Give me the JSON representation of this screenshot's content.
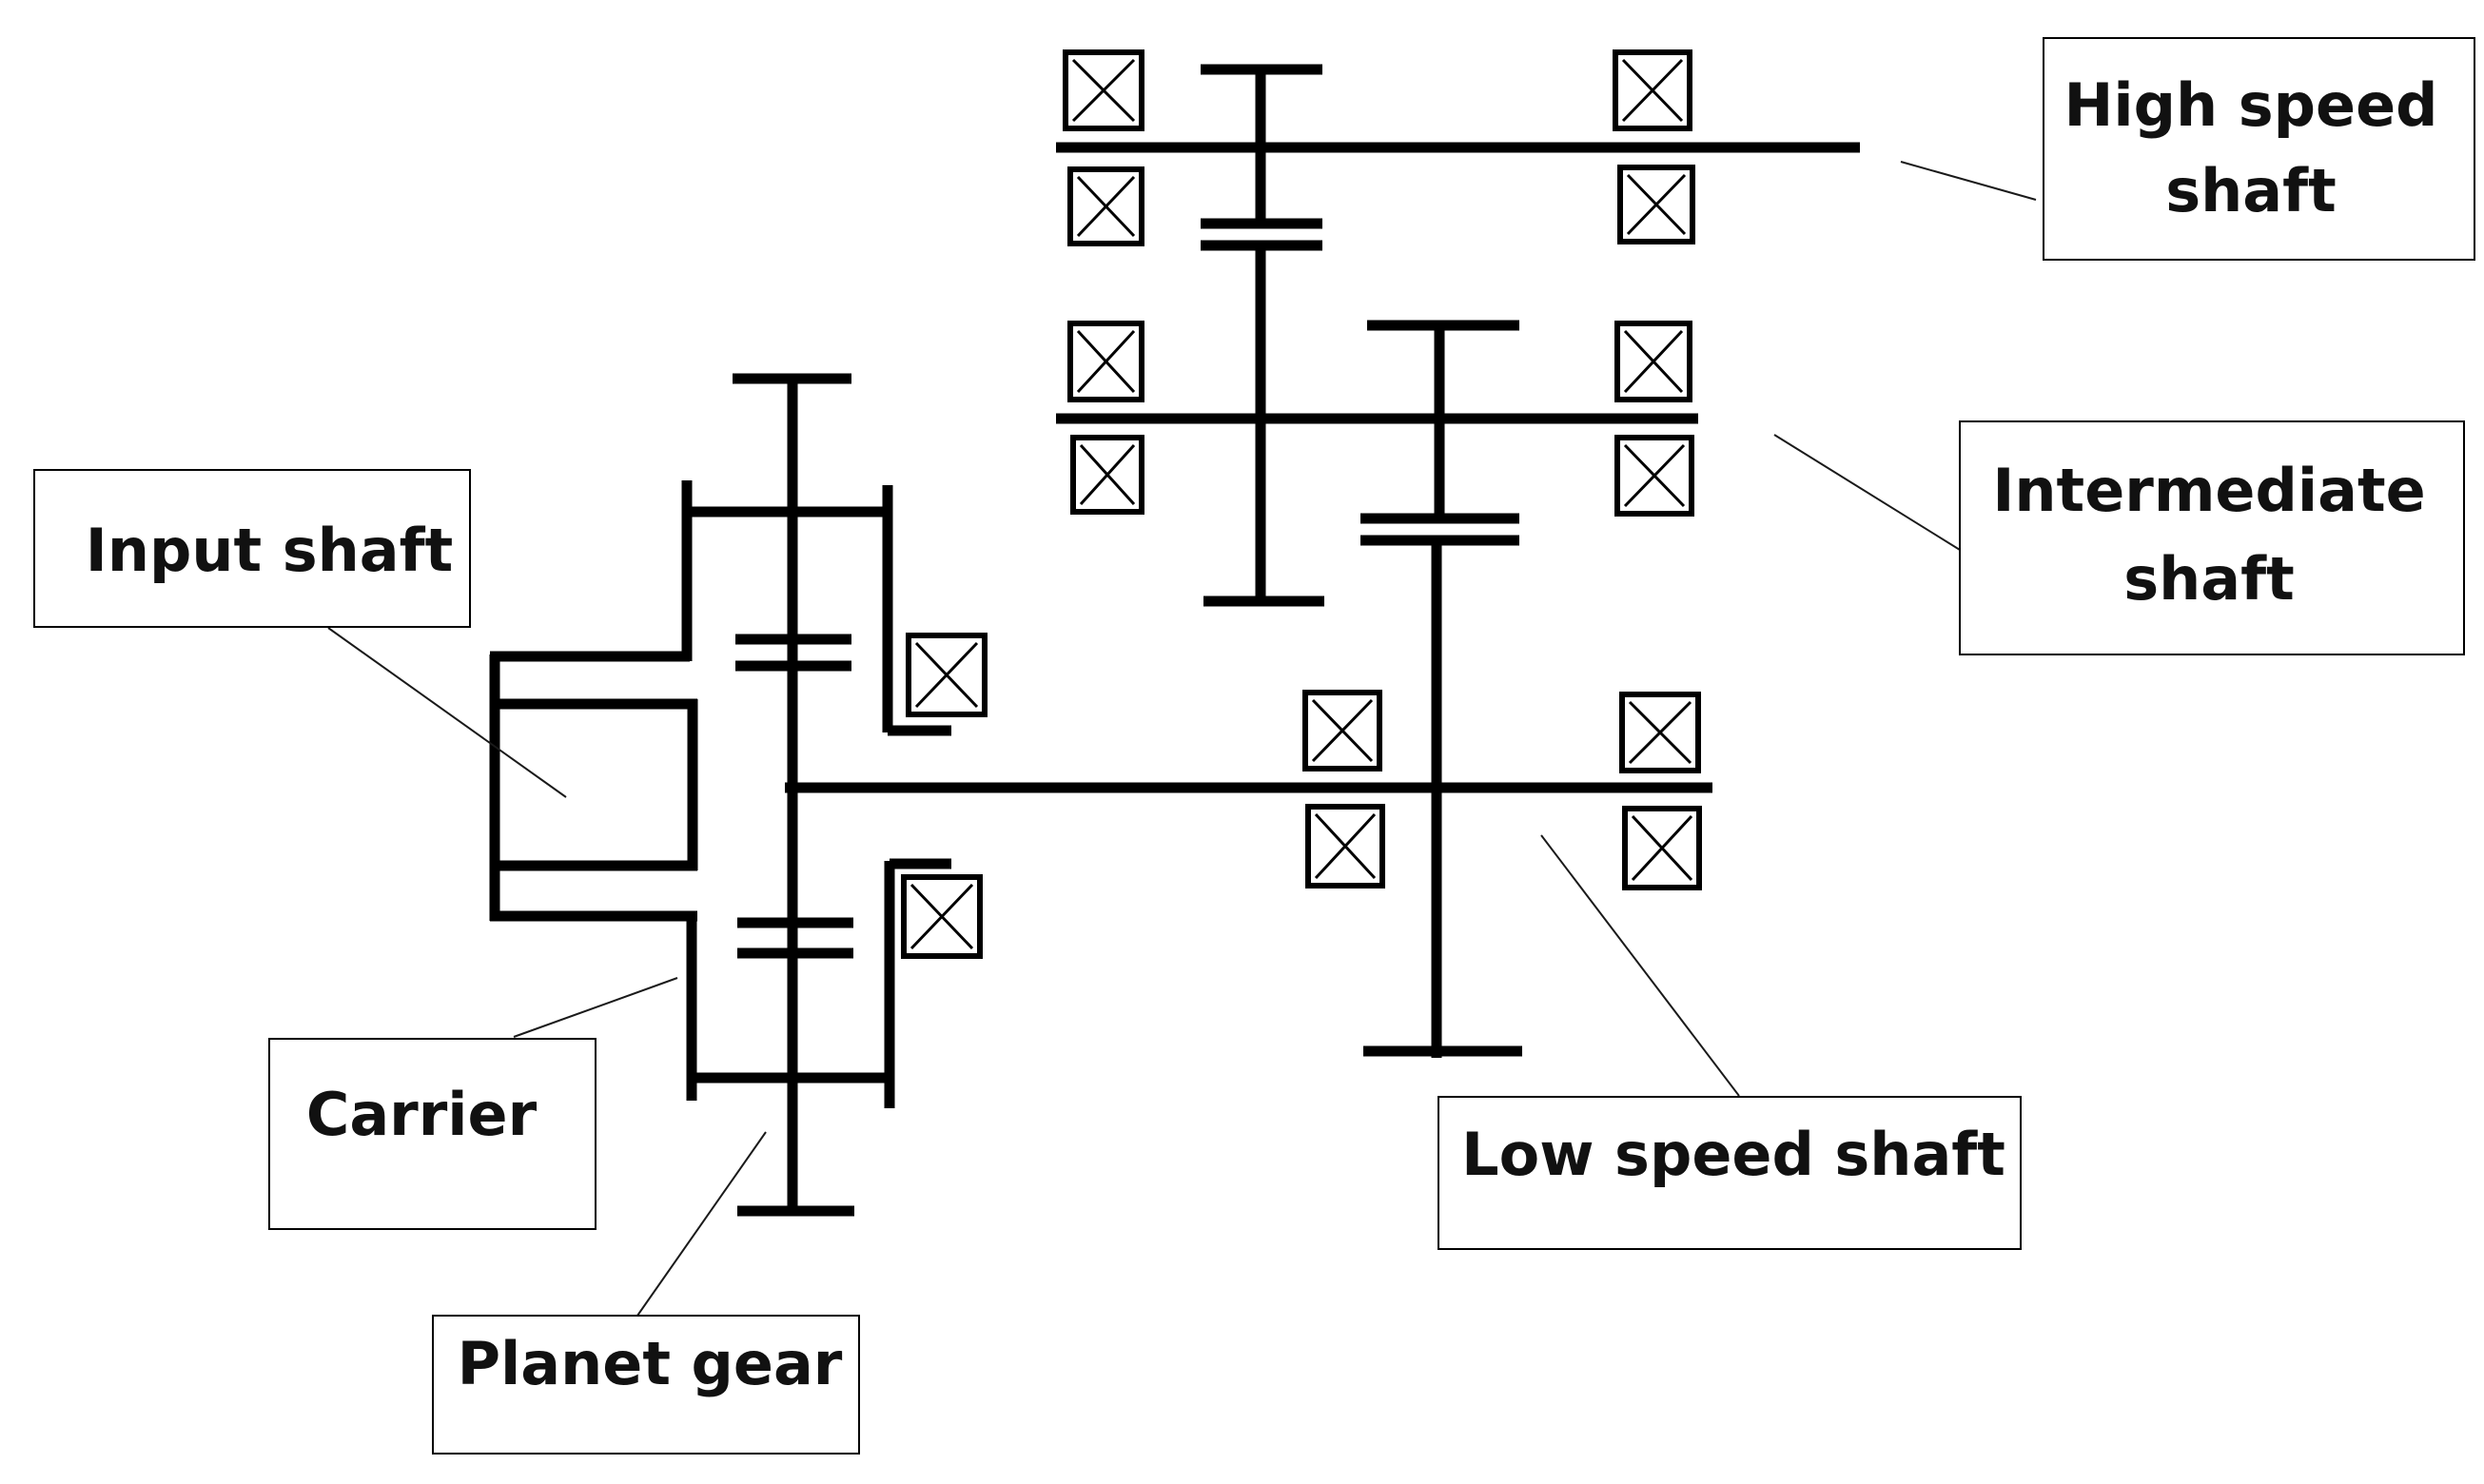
{
  "labels": {
    "high_speed_shaft": [
      "High speed",
      "shaft"
    ],
    "intermediate_shaft": [
      "Intermediate",
      "shaft"
    ],
    "input_shaft": "Input shaft",
    "low_speed_shaft": "Low speed shaft",
    "carrier": "Carrier",
    "planet_gear": "Planet gear"
  },
  "colors": {
    "line": "#000000",
    "background": "#ffffff"
  },
  "icons": {
    "bearing": "bearing-icon"
  }
}
